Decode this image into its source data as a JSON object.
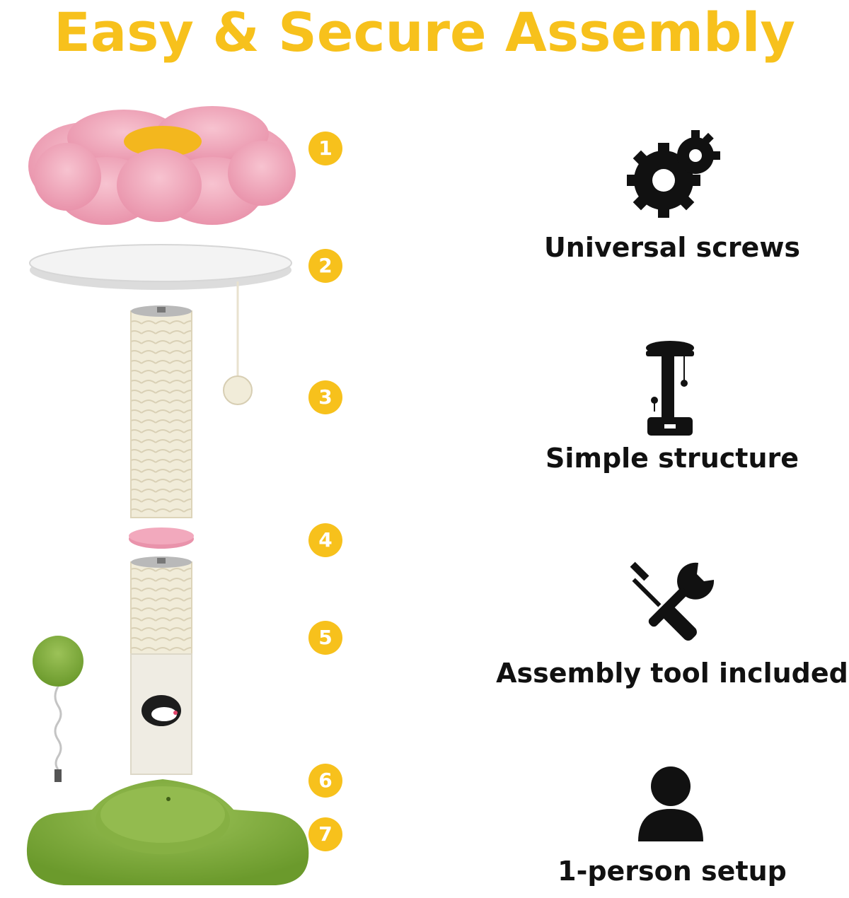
{
  "title": "Easy & Secure Assembly",
  "colors": {
    "accent": "#f7c11c",
    "text": "#111111",
    "pink": "#f2a9bd",
    "green": "#7ea83a",
    "sisal": "#efe9d6"
  },
  "parts": [
    {
      "number": "1",
      "label": ""
    },
    {
      "number": "2",
      "label": ""
    },
    {
      "number": "3",
      "label": ""
    },
    {
      "number": "4",
      "label": ""
    },
    {
      "number": "5",
      "label": ""
    },
    {
      "number": "6",
      "label": ""
    },
    {
      "number": "7",
      "label": ""
    }
  ],
  "features": [
    {
      "icon": "gears-icon",
      "label": "Universal screws"
    },
    {
      "icon": "cat-tree-icon",
      "label": "Simple structure"
    },
    {
      "icon": "tools-icon",
      "label": "Assembly tool included"
    },
    {
      "icon": "person-icon",
      "label": "1-person setup"
    }
  ]
}
